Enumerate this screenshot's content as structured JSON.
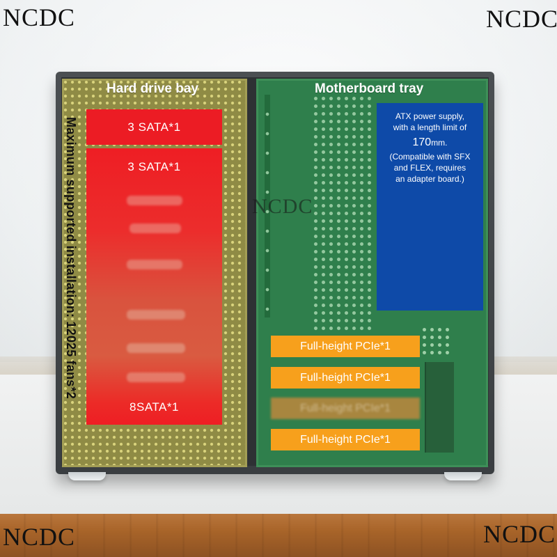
{
  "watermarks": {
    "top_left": "NCDC",
    "top_right": "NCDC",
    "center": "NCDC",
    "bottom_left": "NCDC",
    "bottom_right": "NCDC"
  },
  "hard_drive_bay": {
    "title": "Hard drive bay",
    "fan_note": "Maximum supported installation: 12025 fans*2",
    "sata_labels": [
      "3 SATA*1",
      "3 SATA*1",
      "8SATA*1"
    ]
  },
  "motherboard_tray": {
    "title": "Motherboard tray",
    "psu": {
      "line1": "ATX power supply,",
      "line2": "with a length limit of",
      "length_value": "170",
      "length_unit": "mm.",
      "note1": "(Compatible with SFX",
      "note2": "and FLEX, requires",
      "note3": "an adapter board.)"
    },
    "pcie_slots": [
      "Full-height PCIe*1",
      "Full-height PCIe*1",
      "Full-height PCIe*1",
      "Full-height PCIe*1"
    ]
  },
  "colors": {
    "hdd_bay": "#8f8b45",
    "motherboard_tray": "#2f7f4c",
    "sata_block": "#ec1c24",
    "psu_block": "#0e4aa8",
    "pcie_label": "#f7a01c"
  }
}
